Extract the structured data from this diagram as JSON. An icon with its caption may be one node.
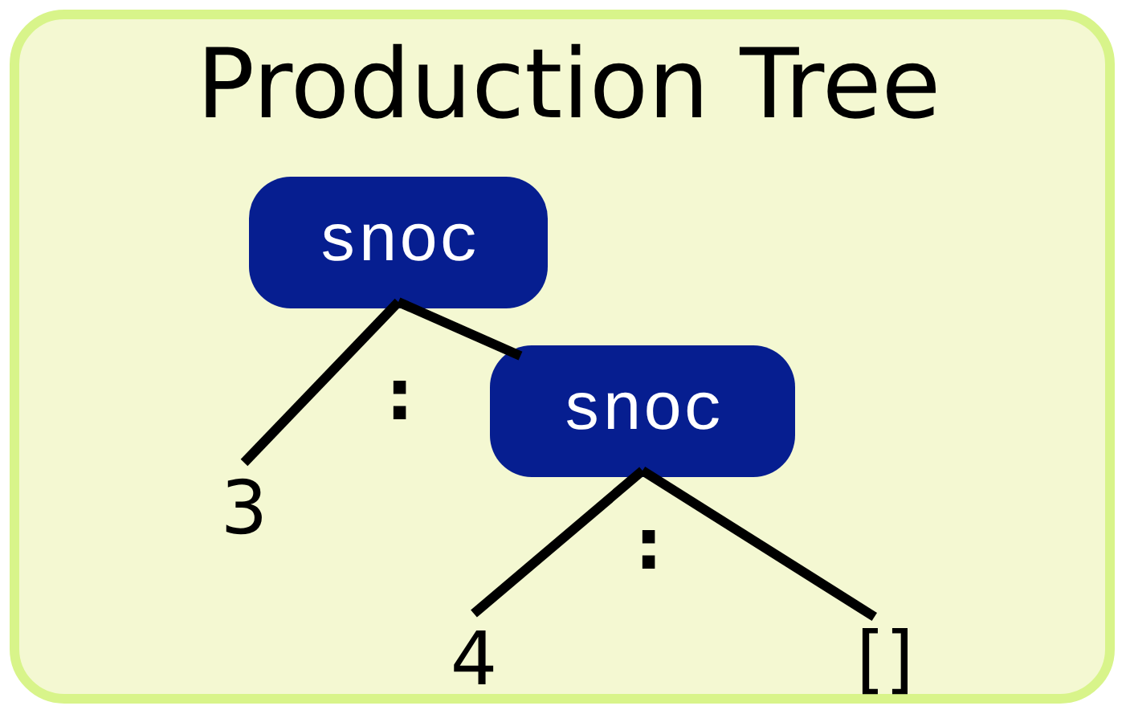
{
  "diagram": {
    "nodes": [
      {
        "text": [
          "Production Tree"
        ]
      },
      {
        "text": [
          "snoc"
        ],
        "in": 0
      },
      {
        "text": [
          "3"
        ],
        "in": 0
      },
      {
        "text": [
          "snoc"
        ],
        "in": 0
      },
      {
        "text": [
          "4"
        ],
        "in": 0
      },
      {
        "text": [
          "[]"
        ],
        "in": 0
      }
    ],
    "edges": [
      {
        "from": 1,
        "to": 2,
        "arrow": "none"
      },
      {
        "from": 1,
        "to": 3,
        "arrow": "none"
      },
      {
        "from": 3,
        "to": 4,
        "arrow": "none"
      },
      {
        "from": 3,
        "to": 5,
        "arrow": "none"
      }
    ],
    "labels": [
      ":",
      ":"
    ]
  }
}
